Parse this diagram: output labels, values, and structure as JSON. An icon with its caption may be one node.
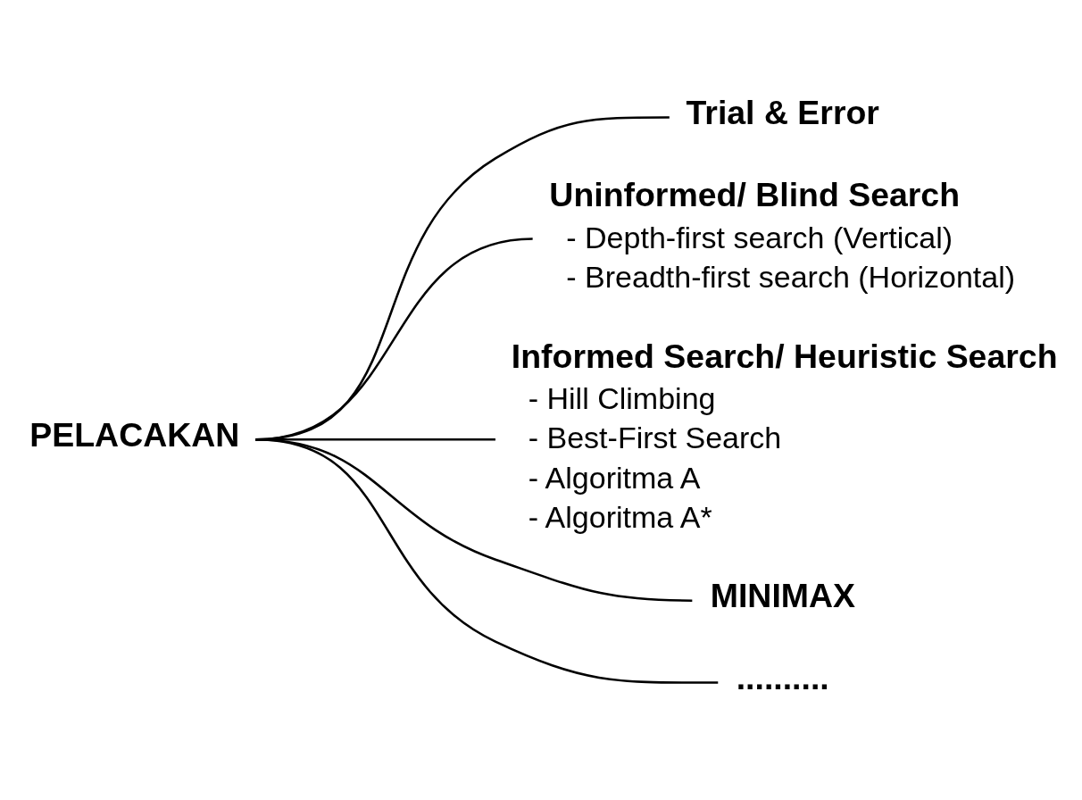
{
  "diagram": {
    "nodes": [
      {
        "text": [
          "PELACAKAN"
        ]
      },
      {
        "text": [
          "Trial & Error"
        ]
      },
      {
        "text": [
          "Uninformed/ Blind Search",
          "- Depth-first search (Vertical)",
          "- Breadth-first search (Horizontal)"
        ]
      },
      {
        "text": [
          "Informed Search/ Heuristic Search",
          "- Hill Climbing",
          "- Best-First Search",
          "- Algoritma A",
          "- Algoritma A*"
        ]
      },
      {
        "text": [
          "MINIMAX"
        ]
      },
      {
        "text": [
          ".........."
        ]
      }
    ],
    "edges": [
      {
        "from": 0,
        "to": 1,
        "arrow": "none"
      },
      {
        "from": 0,
        "to": 2,
        "arrow": "none"
      },
      {
        "from": 0,
        "to": 3,
        "arrow": "none"
      },
      {
        "from": 0,
        "to": 4,
        "arrow": "none"
      },
      {
        "from": 0,
        "to": 5,
        "arrow": "none"
      }
    ]
  }
}
